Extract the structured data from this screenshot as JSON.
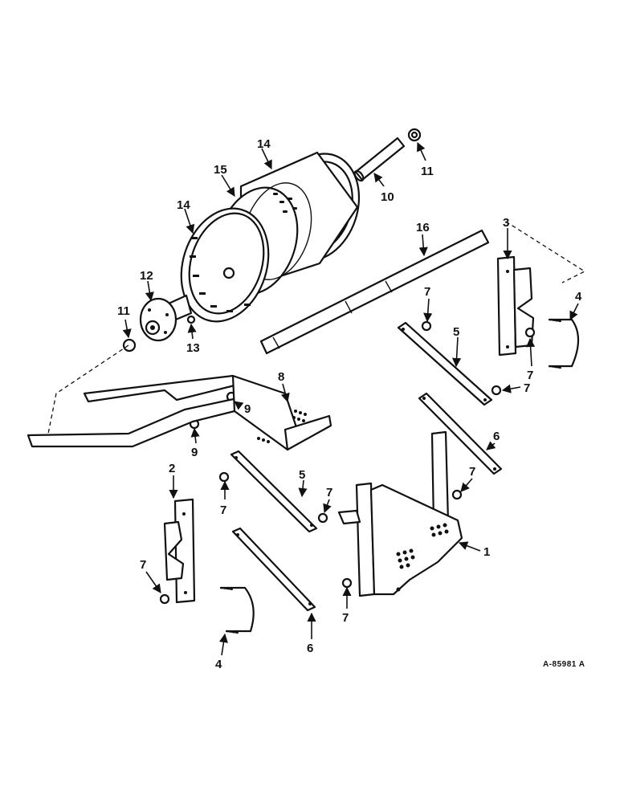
{
  "callouts": {
    "c1": "1",
    "c2": "2",
    "c3": "3",
    "c4a": "4",
    "c4b": "4",
    "c5a": "5",
    "c5b": "5",
    "c6a": "6",
    "c6b": "6",
    "c7a": "7",
    "c7b": "7",
    "c7c": "7",
    "c7d": "7",
    "c7e": "7",
    "c7f": "7",
    "c7g": "7",
    "c7h": "7",
    "c8": "8",
    "c9a": "9",
    "c9b": "9",
    "c10": "10",
    "c11a": "11",
    "c11b": "11",
    "c12": "12",
    "c13": "13",
    "c14a": "14",
    "c14b": "14",
    "c15": "15",
    "c16": "16"
  },
  "drawing_code": "A-85981 A"
}
